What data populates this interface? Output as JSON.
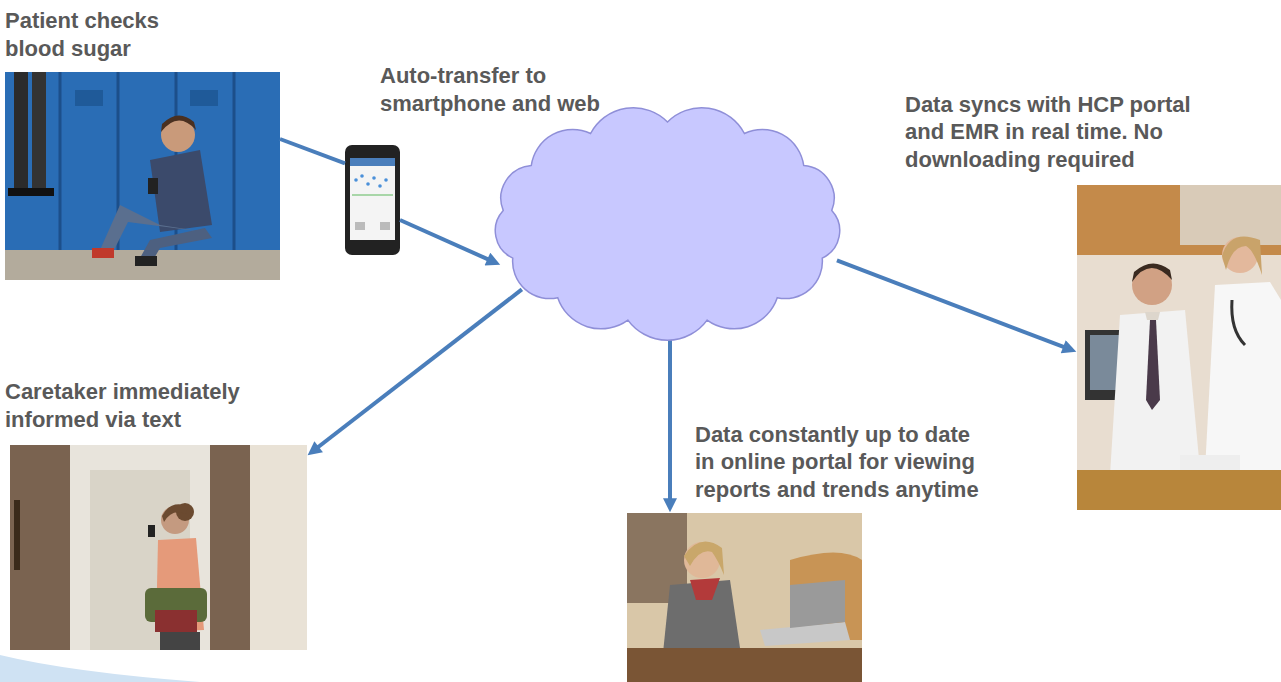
{
  "diagram": {
    "nodes": [
      {
        "text": [
          "Patient checks blood sugar"
        ]
      },
      {
        "text": [
          "Auto-transfer to smartphone and web"
        ]
      },
      {
        "text": []
      },
      {
        "text": [
          "Data syncs with HCP portal and EMR in real time. No downloading required"
        ]
      },
      {
        "text": [
          "Caretaker immediately informed via text"
        ]
      },
      {
        "text": [
          "Data constantly up to date in online portal for viewing reports and trends anytime"
        ]
      }
    ],
    "edges": [
      {
        "from": 0,
        "to": 1,
        "arrow": "none"
      },
      {
        "from": 1,
        "to": 2,
        "arrow": "to"
      },
      {
        "from": 2,
        "to": 3,
        "arrow": "to"
      },
      {
        "from": 2,
        "to": 4,
        "arrow": "to"
      },
      {
        "from": 2,
        "to": 5,
        "arrow": "to"
      }
    ]
  }
}
